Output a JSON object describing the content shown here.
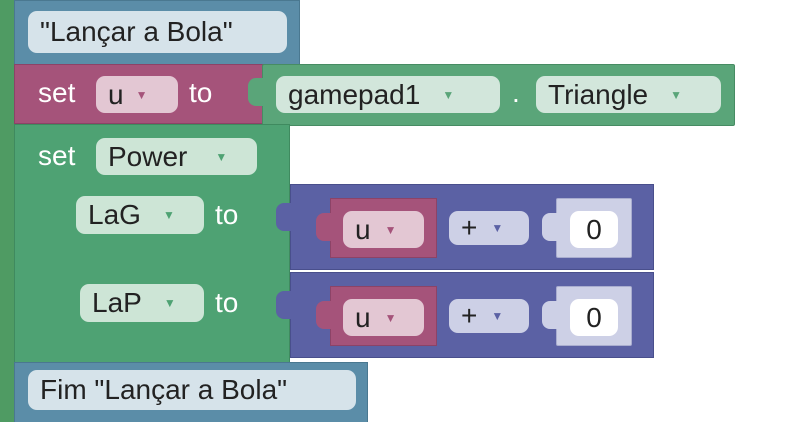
{
  "comment_top": {
    "text": "\"Lançar a Bola\""
  },
  "set_block": {
    "keyword": "set",
    "variable": "u",
    "to_word": "to",
    "gamepad": "gamepad1",
    "dot": ".",
    "button": "Triangle"
  },
  "power_block": {
    "keyword": "set",
    "device": "Power",
    "rows": [
      {
        "motor": "LaG",
        "to_word": "to",
        "var": "u",
        "op": "+",
        "num": "0"
      },
      {
        "motor": "LaP",
        "to_word": "to",
        "var": "u",
        "op": "+",
        "num": "0"
      }
    ]
  },
  "comment_bottom": {
    "text": "Fim \"Lançar a Bola\""
  },
  "colors": {
    "comment_block": "#5b8da8",
    "variable_block": "#a5537a",
    "gamepad_block": "#5aa579",
    "power_block": "#4ea273",
    "math_block": "#5b61a4",
    "sidebar": "#4f9b63"
  },
  "icons": {
    "dropdown": "caret-down-icon"
  }
}
